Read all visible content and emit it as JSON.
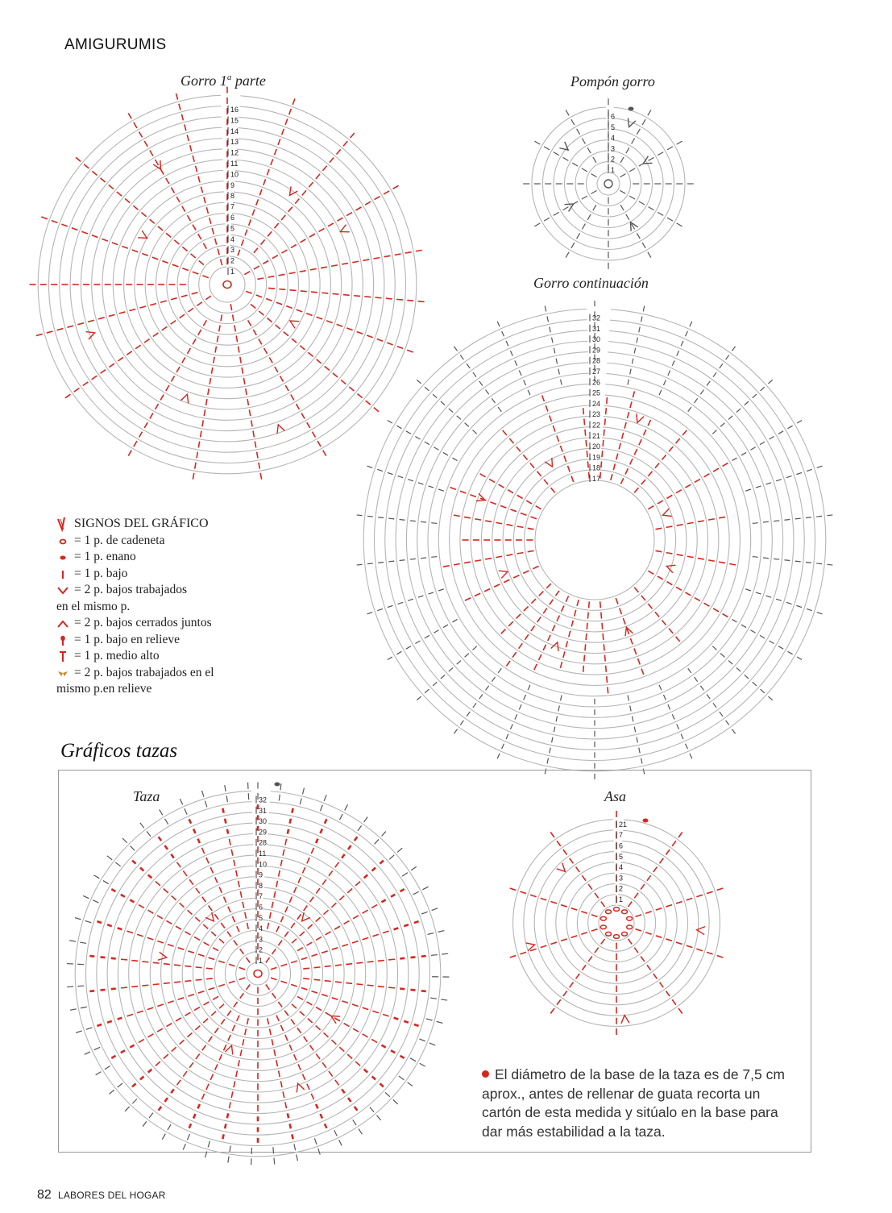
{
  "header": {
    "section": "AMIGURUMIS"
  },
  "diagrams": {
    "gorro1": {
      "title_main": "Gorro 1",
      "title_sup": "a",
      "title_rest": " parte",
      "rounds": [
        "1",
        "2",
        "3",
        "4",
        "5",
        "6",
        "7",
        "8",
        "9",
        "10",
        "11",
        "12",
        "13",
        "14",
        "15",
        "16"
      ]
    },
    "pompon": {
      "title": "Pompón gorro",
      "rounds": [
        "1",
        "2",
        "3",
        "4",
        "5",
        "6"
      ]
    },
    "gorro_cont": {
      "title": "Gorro continuación",
      "rounds": [
        "17",
        "18",
        "19",
        "20",
        "21",
        "22",
        "23",
        "24",
        "25",
        "26",
        "27",
        "28",
        "29",
        "30",
        "31",
        "32"
      ]
    },
    "taza": {
      "title": "Taza",
      "rounds": [
        "1",
        "2",
        "3",
        "4",
        "5",
        "6",
        "7",
        "8",
        "9",
        "10",
        "11",
        "28",
        "29",
        "30",
        "31",
        "32"
      ]
    },
    "asa": {
      "title": "Asa",
      "rounds": [
        "1",
        "2",
        "3",
        "4",
        "5",
        "6",
        "7",
        "21"
      ]
    }
  },
  "legend": {
    "title": "SIGNOS DEL GRÁFICO",
    "items": [
      {
        "icon": "chain-stitch-icon",
        "text": "= 1 p. de cadeneta"
      },
      {
        "icon": "slip-stitch-icon",
        "text": "= 1 p. enano"
      },
      {
        "icon": "single-crochet-icon",
        "text": "= 1 p. bajo"
      },
      {
        "icon": "increase-icon",
        "text": "= 2 p. bajos trabajados",
        "cont": "en el mismo p."
      },
      {
        "icon": "decrease-icon",
        "text": "= 2 p. bajos cerrados juntos"
      },
      {
        "icon": "relief-single-crochet-icon",
        "text": "= 1 p. bajo en relieve"
      },
      {
        "icon": "half-double-crochet-icon",
        "text": "= 1 p. medio alto"
      },
      {
        "icon": "relief-increase-icon",
        "text": " = 2 p. bajos trabajados en el",
        "cont": "mismo p.en relieve"
      }
    ]
  },
  "section2": {
    "title": "Gráficos tazas"
  },
  "note": {
    "text": "El diámetro de la base de la taza es de 7,5 cm aprox., antes de rellenar de guata recorta un cartón de esta medida y sitúalo en la base para dar más estabilidad a la taza."
  },
  "footer": {
    "page": "82",
    "magazine": "LABORES DEL HOGAR"
  },
  "colors": {
    "red": "#d7261e",
    "grey_ring": "#b5b5b5",
    "dark": "#555555"
  }
}
